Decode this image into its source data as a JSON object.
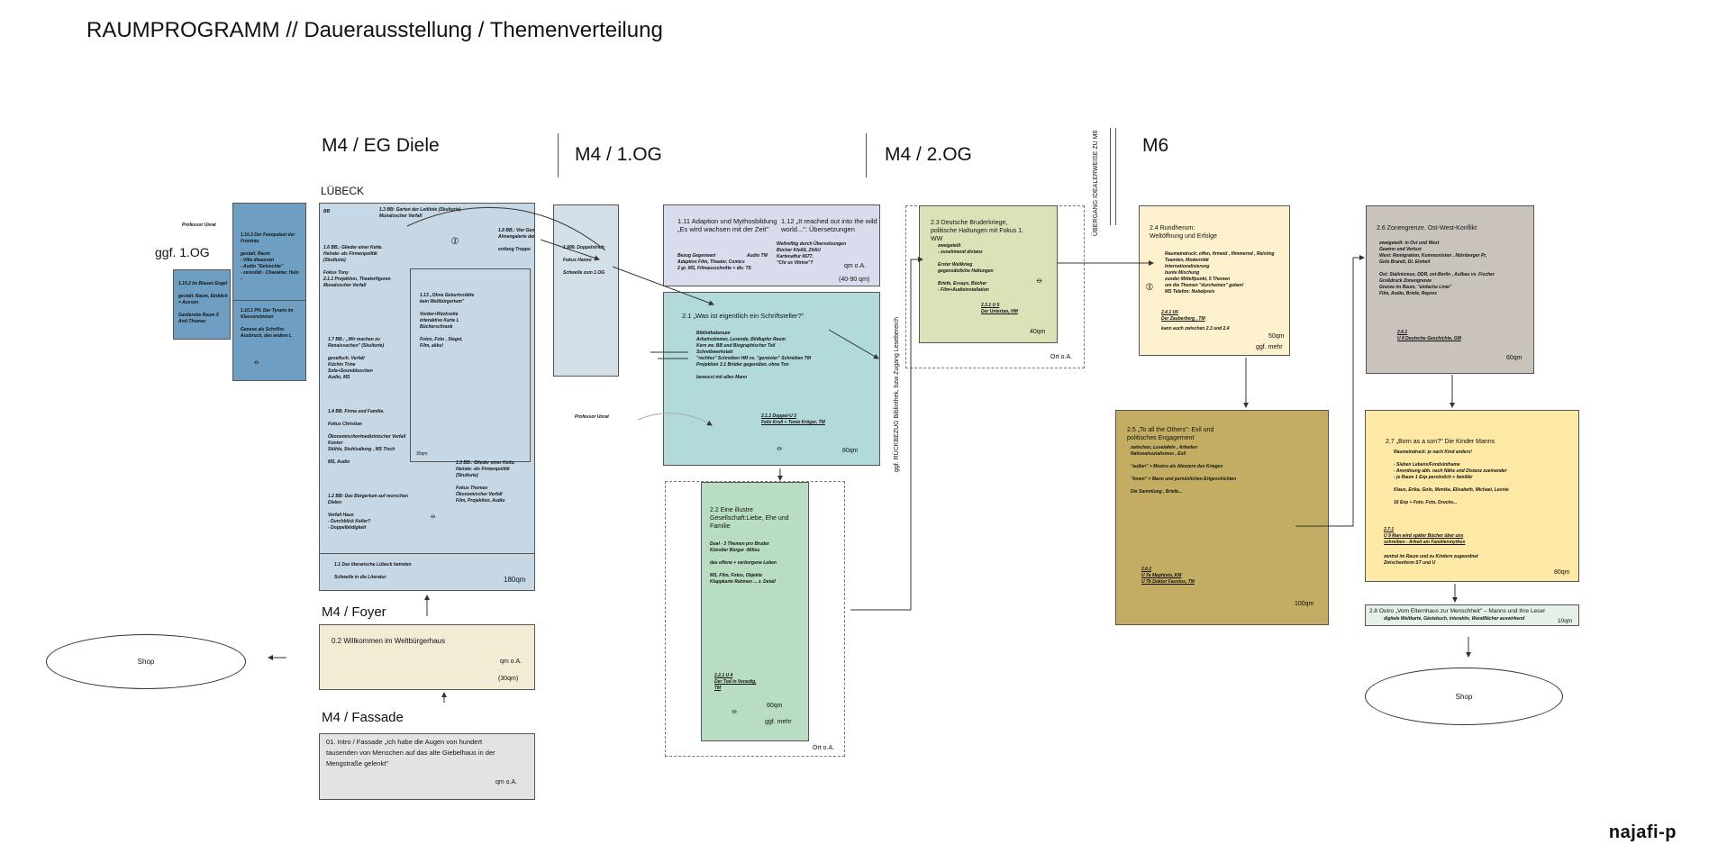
{
  "title": "RAUMPROGRAMM  // Dauerausstellung / Themenverteilung",
  "floors": {
    "m4_eg": "M4 / EG Diele",
    "m4_1og": "M4 / 1.OG",
    "m4_2og": "M4 / 2.OG",
    "m6": "M6",
    "foyer": "M4 / Foyer",
    "fassade": "M4 / Fassade",
    "luebeck": "LÜBECK",
    "ggf_1og": "ggf. 1.OG"
  },
  "vertical_labels": {
    "uebergang": "ÜBERGANG IDEALERWEISE ZU\nM6",
    "rueckbezug": "ggf. RÜCKBEZUG Bibliothek,\nbzw Zugang Lesebereich"
  },
  "professor_unrat_1": "Professor Unrat",
  "professor_unrat_2": "Professor Unrat",
  "left_small": {
    "b10_2": "1.10.2 Im Blauen Engel\n\ngestalt. Raum, Einblick = Aussen\n\nGarderobe Raum 5\nAnti-Thomas",
    "b10_3": "1.10.3 Der Feenpalast der Fronträu\n\ngestalt. Raum\n- Villa diwassen\n- Audio \"Geluschte\"\n- zeresität - Charakter, Hulo\n- ",
    "b10_1": "1.10.1 PH. Der Tyrann im Klassenzimmer\n\nGenese als Schrifist.\nAusbruch, das andere L"
  },
  "eg": {
    "bb": "BB",
    "b13": "1.3 BB: Garten der Leitlinie (Skulturie)\nMunaloscher Verfall",
    "b16": "1.6 BB.: Glieder einer Kette.\nHeirate- als Firmenpolitik\n(Skulturie)\n\nFokus Tony\n2.1.1 Projektion, Theaterfiguren\nMunaloscher Verfall",
    "b18": "1.8 BB.: Vier Generationen: Die\nAhnengalerie der Buddenbrooks\n\nentlang Treppe",
    "b17": "1.7 BB.: „Wir machen zu Renaissachen\" (Skulturie)\n\ngesellsch. Verfall\nKüchin Trine\nSofa+Soundduschen\nAudio, MS",
    "b14": "1.4 BB. Firma und Familie.\n\nFokus Christian\n\nÖkonomischer/medizinischer Verfall\nKontor\nStühle, Stuhlsaltung , MS Tisch\n\nMS, Audio",
    "b12": "1.2 BB: Das Bürgertum auf morschen Dielen\n\nVerfall Haus\n- Durchblick Keller?\n- Doppelbödigkeit",
    "b13b": "1.13 „Ohne Geburtsstätte\nkein Weltbürgertum\"\n\nVorder+Rückseite\ninteraktive Karte L\nBücherschrank\n\nFotos, Foto , Siegel,\nFilm, akku!",
    "b13_qm": "30qm",
    "b15": "1.5 BB.: Glieder einer Kette.\nHeirate- als Firmenpolitik\n(Skulturie)\n\nFokus Thomas\nÖkonomischer Verfall\nFilm, Projektion, Audio",
    "b11": "1.1  Das literarische Lübeck  betreten\n\nSchwelle in die Literatur",
    "qm": "180qm"
  },
  "og1": {
    "b1999": "1.999. Doppelstrich\n\nFokus Hanno\n\nSchwelle zum 1.OG",
    "b111": "1.11 Adaption und Mythosbildung\n„Es wird wachsen mit der Zeit\"",
    "b112": "1.12 „It reached out into the wild\nworld...\": Übersetzungen",
    "b111_small": "Bezug Gegenwart\nAdaption Film, Theater, Comics\n2 gr. MS, Filmausschnitte + div. TS",
    "b111_audio": "Audio TM",
    "b112_small": "Weltrefbig durch Übersetzungen\nBücher Kloßß, ZitAU\nKartenaftur 6677,\n\"Chr us Vitrine\"?",
    "b111_qm": "qm o.A.",
    "b111_qm2": "(40-90 qm)",
    "b21": "2.1 „Was ist eigentlich ein Schriftsteller?\"",
    "b21_small": "Bibliothekenum\nArbeitszimmer, Lesende, Bildlupfer Raum\nKern zw. BB und Biographischer Teil\nSchreibwerkstatt\n\"rechfes\" Schreiben HM vs. \"gereister\" Schreiben TM\nProjektion 1:1 Brüder gegenüber, ohne Ton\n\nbewusst mit allen Mann",
    "b21_link": "2.1.1 Doppel-U 3\nFelix Krull + Tonio Kröger, TM",
    "b21_qm": "80qm",
    "b22": "2.2 Eine illustre\nGesellschaft:Liebe, Ehe und\nFamilie",
    "b22_small": "Dual - 3 Themen pro Bruder\nKünstler Bürger -Milieu\n\ndas offene + verborgene Leben\n\nMS, Film, Fotos, Objekte\nKlappkarte Rahmen ... z. Detail",
    "b22_link": "2.2.1 U 4\nDer Tod in Venedig,\nTM",
    "b22_qm": "60qm",
    "b22_qm2": "ggf. mehr",
    "ort1": "Ort o.A."
  },
  "og2": {
    "b23": "2.3 Deutsche Bruderkriege,\npolitische Haltungen mit Fokus 1.\nWW",
    "b23_small": "zweigeteilt\n- zunehmend  distanz\n\nErster Weltkrieg\ngegensätzliche Haltungen\n\nBriefe, Essays, Bücher\n- Film+Audioinstallation",
    "b23_link": "2.3.1 U 5\nDer Untertan, HM",
    "b23_qm": "40qm",
    "ort2": "Ort o.A."
  },
  "m6": {
    "b24": "2.4 Rundherum:\nWeltöffnung und Erfolge",
    "b24_small": "Raumeindruck: offen, firmeid , flimmernd , Reisting\nTeamten, Modernität\nInternationalisierung\nbunte Mischung\nzunder Mittelfpunkt, 5 Themen\num die Themen \"durcheinen\" geben!\nMS Telefon: Nobelpreis",
    "b24_link": "2.4.1 U6\nDer Zauberberg , TM",
    "b24_small2": "kann auch zwischen 2.3 und 2.4",
    "b24_qm": "50qm",
    "b24_qm2": "ggf. mehr",
    "b26": "2.6 Zonengrenze. Ost-West-Konflikt",
    "b26_small": "zweigeteilt: in Ost und West\nGewinn und Verlust\nWest: Remigration, Kommunisten , Nürnberger Pr,\nGolo Brandt, Dt. Einheit\n\nOst: Stalinismus, DDR, ost-Berlin , Aufbau vs. Fischer\nGroßdruck Zonengrenze\nGrenze im Raum, \"einfache Linie\"\nFilm, Audio, Briefe, Reprox",
    "b26_link": "2.6.1\nU 8  Deutsche Geschichte, GM",
    "b26_qm": "60qm",
    "b25": "2.5 „To all the Others\": Exil und\npolitisches Engagement",
    "b25_small": "zwischen, Lesetafeln , Arbeiten\nNationalsozialismus , Exil\n\n\"außen\" > Mexico als Alexzero des Krieges\n\n\"Innen\" > Mann und persönlichen Erlgeschichten\n\nDie Sammlung , Briefe...",
    "b25_link": "2.6.1\nU 7a  Mephisto, KM\nU 7b Doktor Faustus, TM",
    "b25_qm": "100qm",
    "b27": "2.7 „Born as a son?\" Die Kinder Manns",
    "b27_small": "Raumeindruck: je nach Kind anders!\n\n- Sieben Lebens/Fondsinihame\n- Anordnung  abh. nach Nähe und Distanz zueinander\n- je Raum 1 Exp persönlich + familiär\n\nKlaus, Erika, Golo, Monika, Elisabeth, Michael, Leonie\n\n16 Exp + Foto, Foto, Drucke...",
    "b27_link": "2.7.1\nU 9 Man wird später Bücher über uns\nschreiben - Arbeit  am Familienmythos",
    "b27_small2": "zentral im Raum und zu Kindern zugeordnet\nZwischenform ST und U",
    "b27_qm": "80qm",
    "b28": "2.8 Outro „Vom Elternhaus zur Menschheit\" – Manns und ihre Leser",
    "b28_small": "digitale Weltkarte, Gästebuch, interaktiv, Wandflächer auswirkend",
    "b28_qm": "10qm"
  },
  "foyer": {
    "b02": "0.2 Willkommen im Weltbürgerhaus",
    "qm": "qm o.A.",
    "qm2": "(30qm)"
  },
  "fassade": {
    "b01": "01. Intro / Fassade „Ich habe die Augen von hundert\ntausenden von Menschen auf das alte Giebelhaus in der\nMengstraße gelenkt\"",
    "qm": "qm o.A."
  },
  "shop_left": "Shop",
  "shop_right": "Shop",
  "logo": "najafi-p",
  "colors": {
    "blue_dark": "#6e9fc2",
    "blue_light": "#c8d9e6",
    "box_eg": "#c6d8e6",
    "box_1og_top": "#d9dcec",
    "teal": "#b3dadb",
    "green": "#b9ddc3",
    "olive_light": "#dbe2b8",
    "cream": "#fdf0cc",
    "taupe": "#c9c3bc",
    "olive_dark": "#c2ad62",
    "yellow": "#fde8a6",
    "beige": "#f2ecd4",
    "grey": "#e3e3e3",
    "mint_small": "#e5f1e7"
  }
}
